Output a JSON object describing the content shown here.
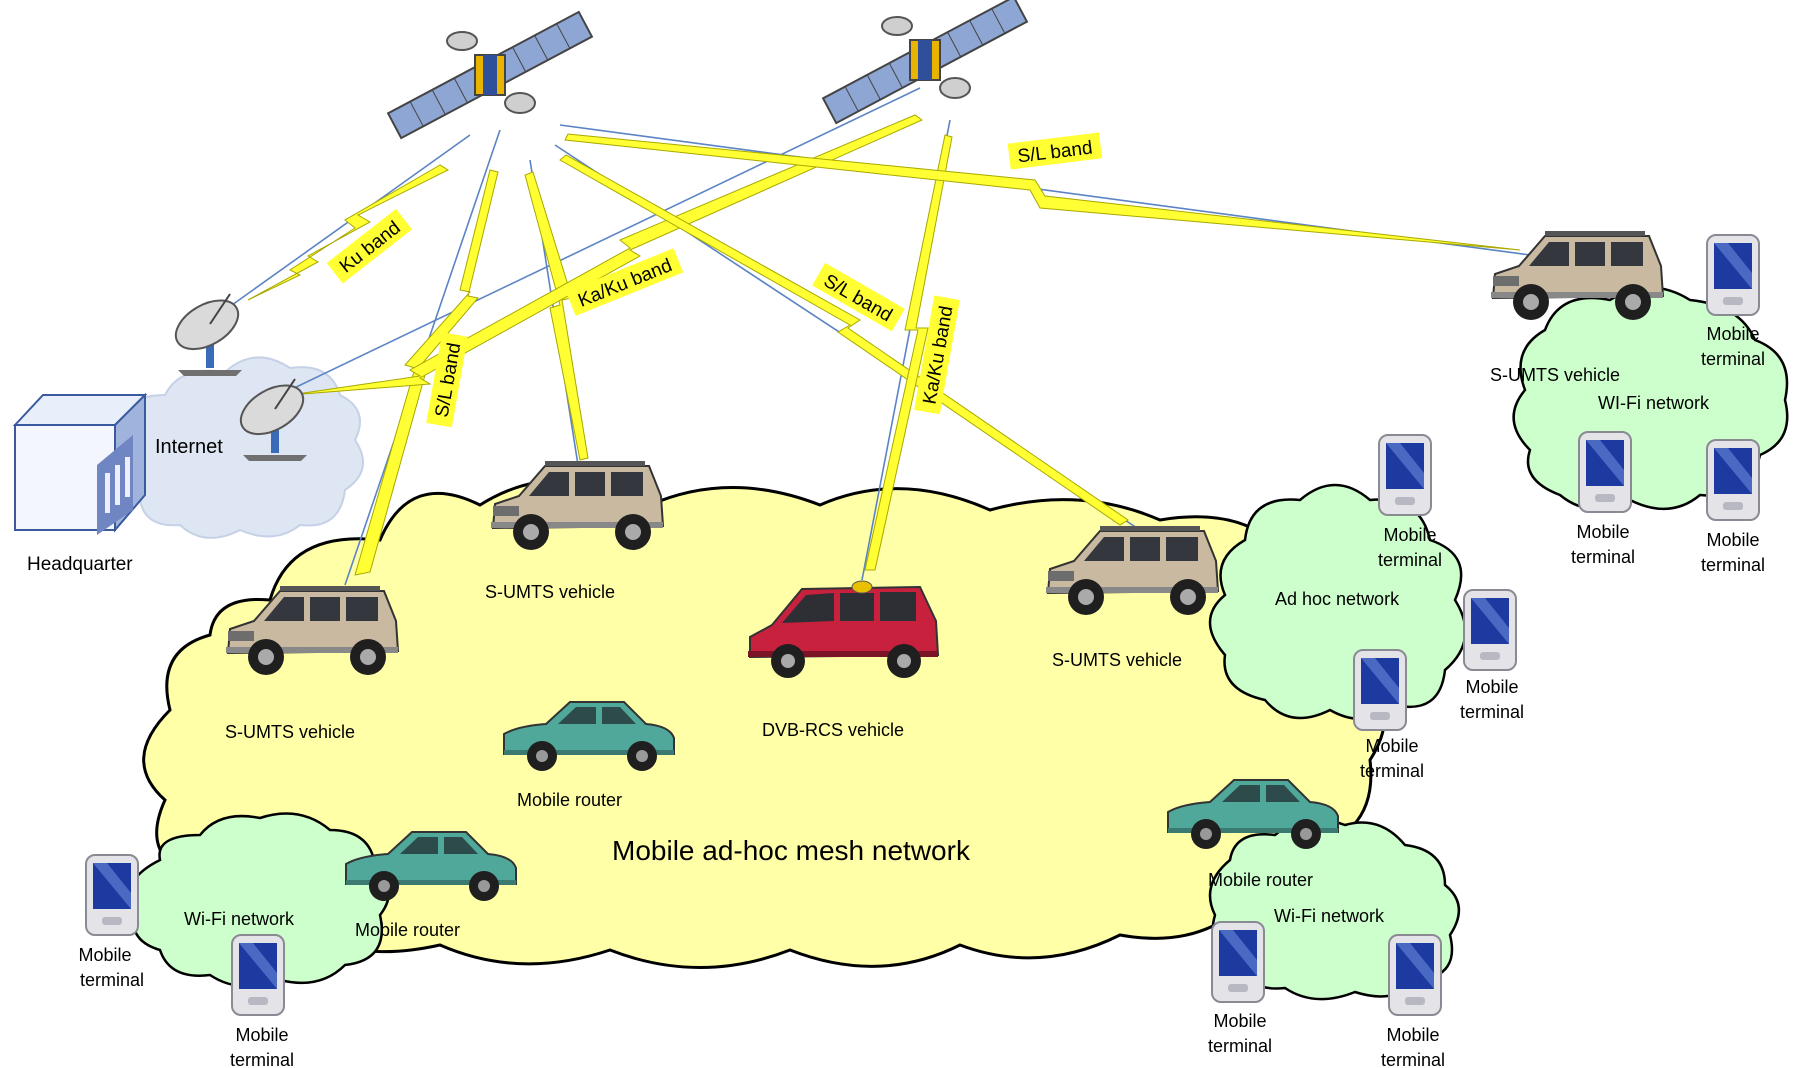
{
  "labels": {
    "mesh_network": "Mobile ad-hoc mesh network",
    "internet": "Internet",
    "headquarter": "Headquarter",
    "vehicle_sumts": "S-UMTS vehicle",
    "vehicle_dvb": "DVB-RCS vehicle",
    "mobile_router": "Mobile router",
    "wifi_network": "Wi-Fi network",
    "wifi_network_alt": "WI-Fi network",
    "adhoc_network": "Ad hoc network",
    "terminal_line1": "Mobile",
    "terminal_line2": "terminal"
  },
  "bands": {
    "ku": "Ku band",
    "ka_ku": "Ka/Ku band",
    "sl": "S/L band"
  },
  "colors": {
    "mesh_fill": "#ffffa8",
    "wifi_fill": "#ccffcc",
    "internet_fill": "#dde6f2",
    "bolt_fill": "#ffff33",
    "link_line": "#5b84c4",
    "suv_body": "#c9b9a0",
    "sedan_body": "#4fa89a",
    "van_body": "#c8213d",
    "pda_screen": "#1d3aa0"
  },
  "icons": [
    "satellite-icon",
    "satellite-dish-icon",
    "building-icon",
    "suv-icon",
    "sedan-icon",
    "minivan-icon",
    "pda-icon",
    "lightning-bolt-icon",
    "cloud-icon"
  ]
}
